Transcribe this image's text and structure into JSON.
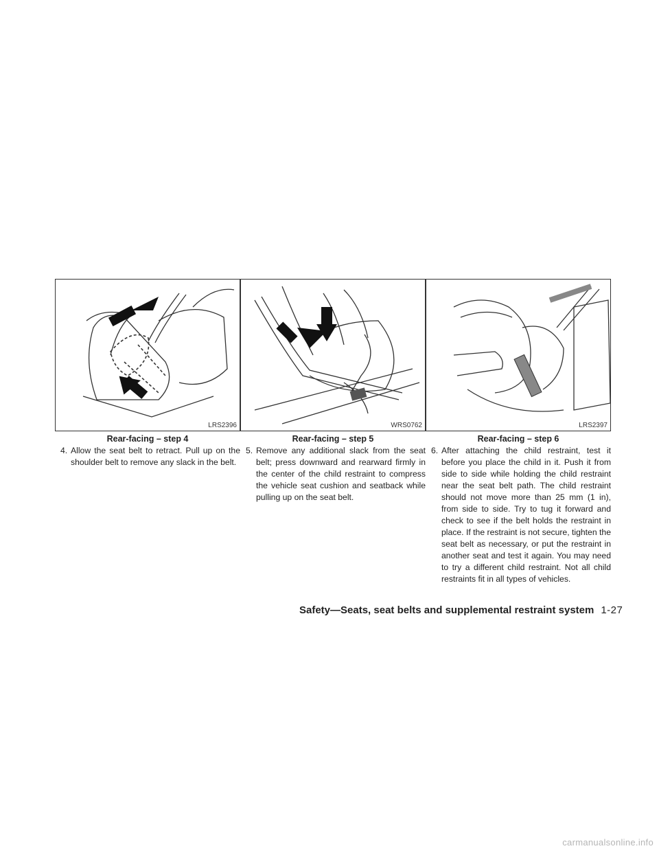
{
  "figures": [
    {
      "code": "LRS2396",
      "caption": "Rear-facing – step 4"
    },
    {
      "code": "WRS0762",
      "caption": "Rear-facing – step 5"
    },
    {
      "code": "LRS2397",
      "caption": "Rear-facing – step 6"
    }
  ],
  "steps": [
    {
      "number": "4.",
      "text": "Allow the seat belt to retract. Pull up on the shoulder belt to remove any slack in the belt."
    },
    {
      "number": "5.",
      "text": "Remove any additional slack from the seat belt; press downward and rearward firmly in the center of the child restraint to compress the vehicle seat cushion and seatback while pulling up on the seat belt."
    },
    {
      "number": "6.",
      "text": "After attaching the child restraint, test it before you place the child in it. Push it from side to side while holding the child restraint near the seat belt path. The child restraint should not move more than 25 mm (1 in), from side to side. Try to tug it forward and check to see if the belt holds the restraint in place. If the restraint is not secure, tighten the seat belt as necessary, or put the restraint in another seat and test it again. You may need to try a different child restraint. Not all child restraints fit in all types of vehicles."
    }
  ],
  "footer": {
    "section": "Safety—Seats, seat belts and supplemental restraint system",
    "page": "1-27"
  },
  "watermark": "carmanualsonline.info"
}
